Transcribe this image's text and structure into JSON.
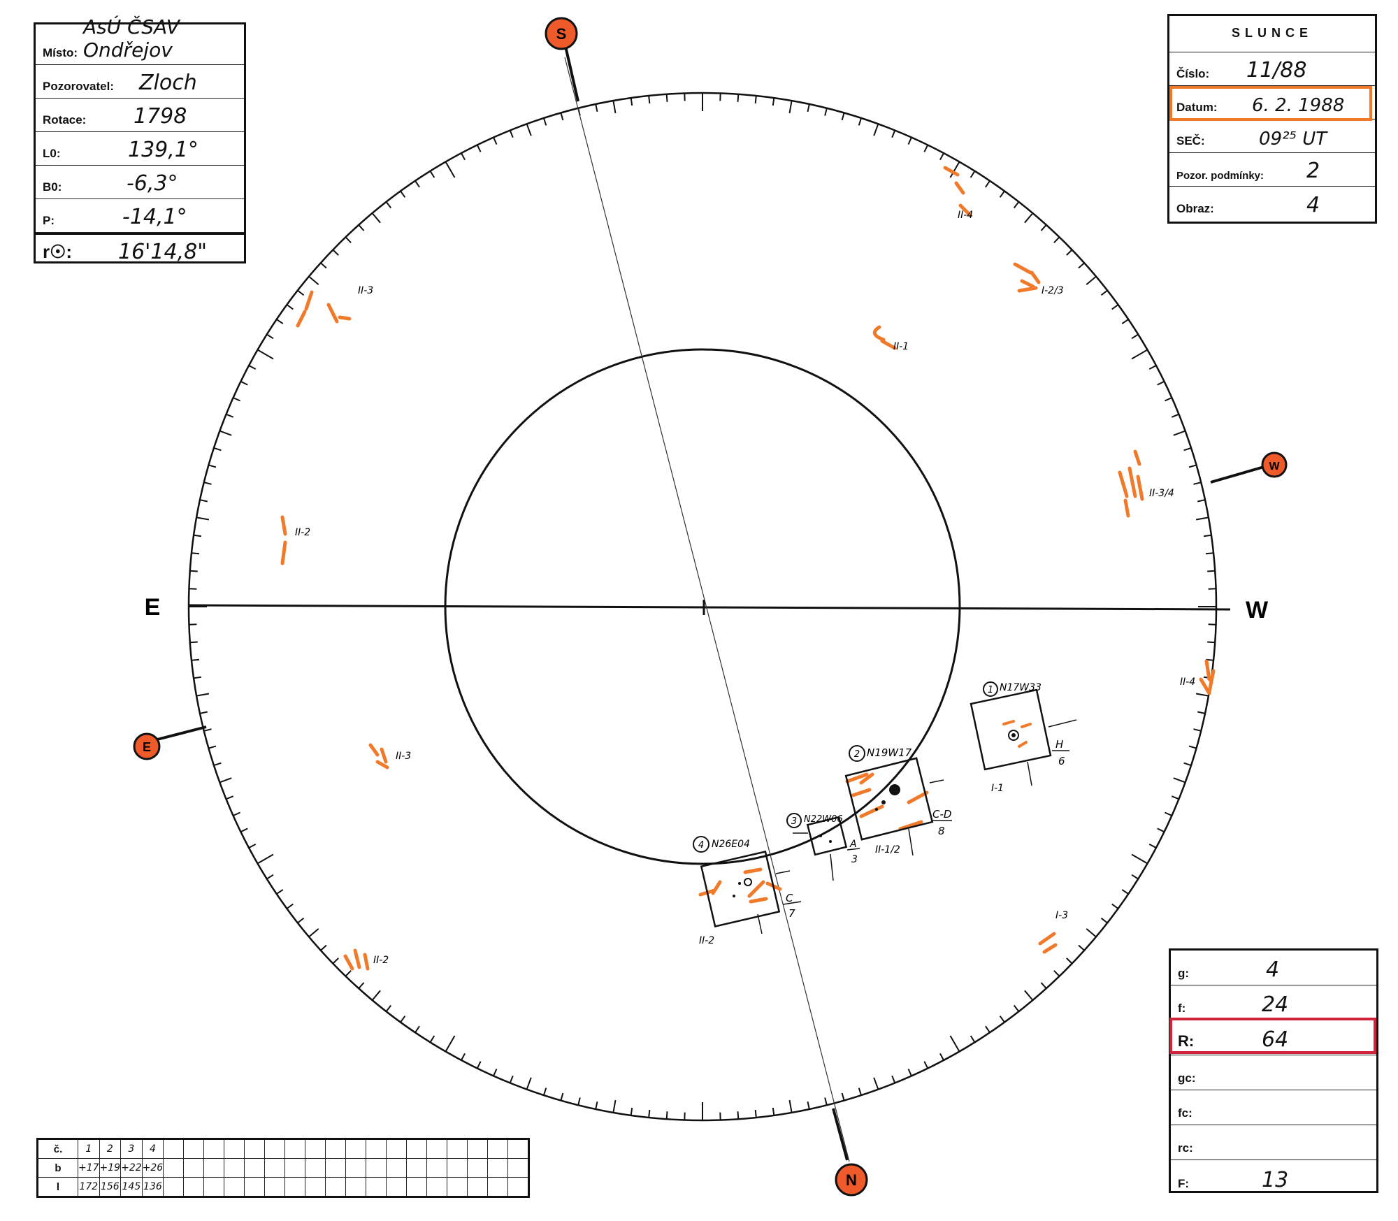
{
  "info": {
    "misto_label": "Místo:",
    "misto_value": "AsÚ ČSAV Ondřejov",
    "pozorovatel_label": "Pozorovatel:",
    "pozorovatel_value": "Zloch",
    "rotace_label": "Rotace:",
    "rotace_value": "1798",
    "l0_label": "L0:",
    "l0_value": "139,1°",
    "b0_label": "B0:",
    "b0_value": "-6,3°",
    "p_label": "P:",
    "p_value": "-14,1°",
    "r_label": "r☉:",
    "r_value": "16'14,8\""
  },
  "header": {
    "title": "SLUNCE",
    "cislo_label": "Číslo:",
    "cislo_value": "11/88",
    "datum_label": "Datum:",
    "datum_value": "6. 2. 1988",
    "sec_label": "SEČ:",
    "sec_value": "09²⁵ UT",
    "pozor_label": "Pozor. podmínky:",
    "pozor_value": "2",
    "obraz_label": "Obraz:",
    "obraz_value": "4"
  },
  "counts": {
    "g_label": "g:",
    "g_value": "4",
    "f_label": "f:",
    "f_value": "24",
    "R_label": "R:",
    "R_value": "64",
    "gc_label": "gc:",
    "gc_value": "",
    "fc_label": "fc:",
    "fc_value": "",
    "rc_label": "rc:",
    "rc_value": "",
    "F_label": "F:",
    "F_value": "13"
  },
  "compass": {
    "S": "S",
    "N": "N",
    "E": "E",
    "W": "W",
    "E_label": "E",
    "W_label": "W"
  },
  "groups": [
    {
      "num": "1",
      "coord": "N17W33",
      "class_letter": "H",
      "class_num": "6",
      "note": "I-1"
    },
    {
      "num": "2",
      "coord": "N19W17",
      "class_letter": "C-D",
      "class_num": "8",
      "note": "II-1/2"
    },
    {
      "num": "3",
      "coord": "N22W06",
      "class_letter": "A",
      "class_num": "3",
      "note": ""
    },
    {
      "num": "4",
      "coord": "N26E04",
      "class_letter": "C",
      "class_num": "7",
      "note": "II-2"
    }
  ],
  "faculae_labels": [
    "II-4",
    "I-2/3",
    "II-1",
    "II-3/4",
    "II-4",
    "I-3",
    "II-3",
    "II-2",
    "II-3",
    "II-2"
  ],
  "table": {
    "row1_head": "č.",
    "row2_head": "b",
    "row3_head": "l",
    "numbers": [
      "1",
      "2",
      "3",
      "4"
    ],
    "b_values": [
      "+17",
      "+19",
      "+22",
      "+26"
    ],
    "l_values": [
      "172",
      "156",
      "145",
      "136"
    ]
  },
  "colors": {
    "facula": "#f07a2a",
    "marker": "#ef5a2a",
    "datum_box": "#f07a2a",
    "r_box": "#d2233c"
  }
}
